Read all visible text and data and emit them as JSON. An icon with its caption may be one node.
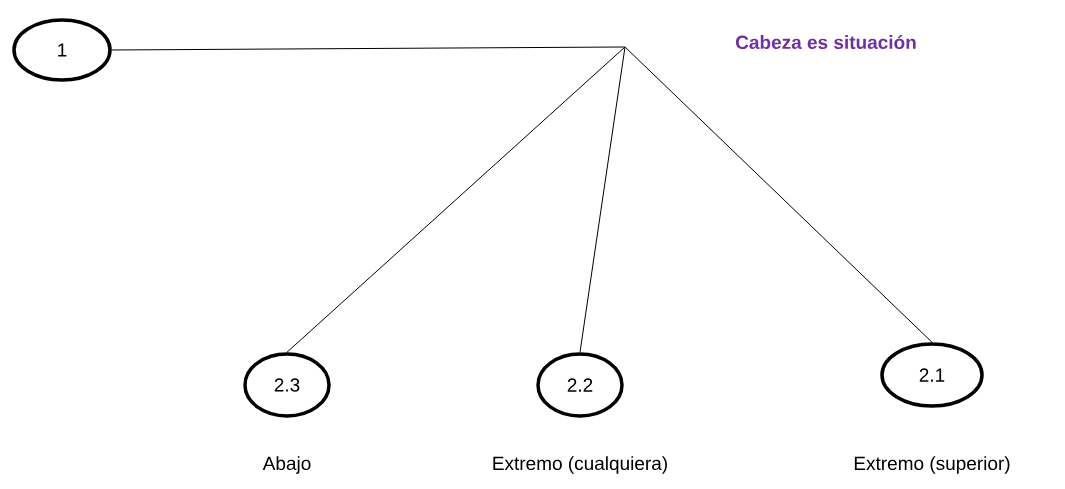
{
  "diagram": {
    "nodes": [
      {
        "text": [
          "1"
        ]
      },
      {
        "text": [
          "2.3"
        ],
        "beside": [
          "Abajo"
        ]
      },
      {
        "text": [
          "2.2"
        ],
        "beside": [
          "Extremo (cualquiera)"
        ]
      },
      {
        "text": [
          "2.1"
        ],
        "beside": [
          "Extremo (superior)"
        ]
      }
    ],
    "edges": [
      {
        "from": 0,
        "to": 1,
        "arrow": "none"
      },
      {
        "from": 0,
        "to": 2,
        "arrow": "none"
      },
      {
        "from": 0,
        "to": 3,
        "arrow": "none"
      }
    ],
    "labels": [
      "**Cabeza es situación**"
    ]
  }
}
